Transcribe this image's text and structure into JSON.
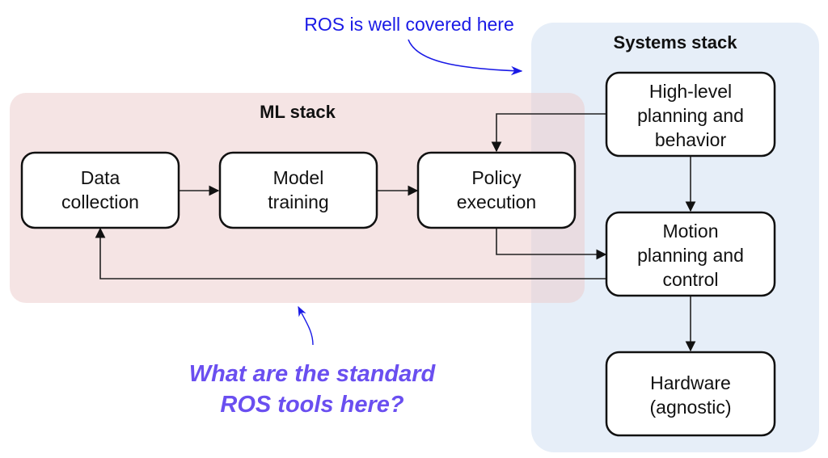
{
  "annotations": {
    "top": "ROS is well covered here",
    "bottom_line1": "What are the standard",
    "bottom_line2": "ROS tools here?"
  },
  "groups": {
    "ml": {
      "title": "ML stack"
    },
    "systems": {
      "title": "Systems stack"
    }
  },
  "nodes": {
    "data_collection": [
      "Data",
      "collection"
    ],
    "model_training": [
      "Model",
      "training"
    ],
    "policy_execution": [
      "Policy",
      "execution"
    ],
    "high_level": [
      "High-level",
      "planning and",
      "behavior"
    ],
    "motion": [
      "Motion",
      "planning and",
      "control"
    ],
    "hardware": [
      "Hardware",
      "(agnostic)"
    ]
  },
  "edges": [
    {
      "from": "data_collection",
      "to": "model_training"
    },
    {
      "from": "model_training",
      "to": "policy_execution"
    },
    {
      "from": "high_level",
      "to": "policy_execution"
    },
    {
      "from": "high_level",
      "to": "motion"
    },
    {
      "from": "policy_execution",
      "to": "motion"
    },
    {
      "from": "motion",
      "to": "data_collection"
    },
    {
      "from": "motion",
      "to": "hardware"
    }
  ],
  "colors": {
    "ml_group_fill": "#f5e3e3",
    "systems_group_fill": "#e6eef8",
    "top_annotation": "#1a1ae6",
    "bottom_annotation": "#6a4ff0"
  }
}
